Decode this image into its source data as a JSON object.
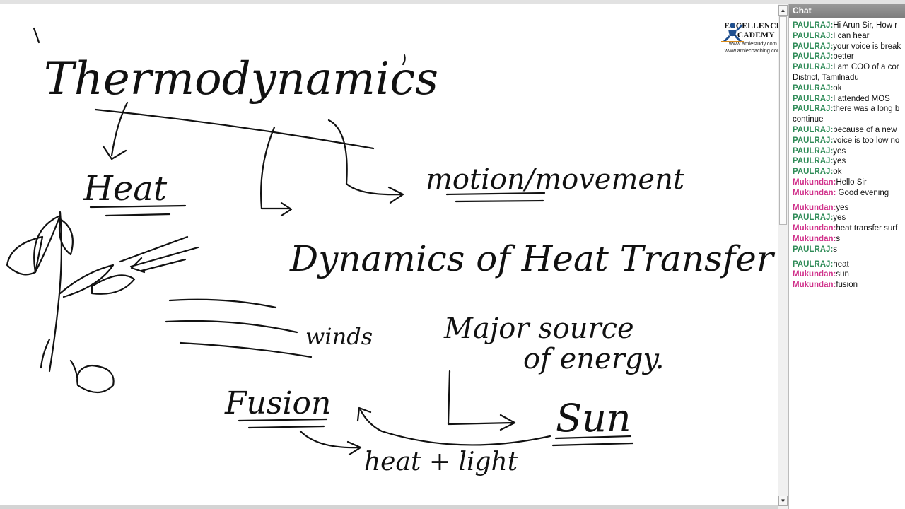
{
  "whiteboard": {
    "title": "Thermodynamics",
    "heat": "Heat",
    "motion": "motion/movement",
    "dynamics": "Dynamics of Heat Transfer",
    "winds": "winds",
    "major_source_1": "Major source",
    "major_source_2": "of energy.",
    "fusion": "Fusion",
    "sun": "Sun",
    "heat_light": "heat + light"
  },
  "logo": {
    "line1": "EXCELLENCE",
    "line2": "ACADEMY",
    "url1": "www.amiestudy.com",
    "url2": "www.amiecoaching.com"
  },
  "scrollbar": {
    "up": "▲",
    "down": "▼"
  },
  "chat": {
    "title": "Chat",
    "colors": {
      "PAULRAJ": "#2e8b57",
      "Mukundan": "#d0308a",
      "header": "#8a8a8a"
    },
    "messages": [
      {
        "user": "PAULRAJ:",
        "text": "Hi Arun Sir, How r"
      },
      {
        "user": "PAULRAJ:",
        "text": "I can hear"
      },
      {
        "user": "PAULRAJ:",
        "text": "your voice is break"
      },
      {
        "user": "PAULRAJ:",
        "text": "better"
      },
      {
        "user": "PAULRAJ:",
        "text": "I am  COO of a cor"
      },
      {
        "user": "",
        "text": "District, Tamilnadu"
      },
      {
        "user": "PAULRAJ:",
        "text": "ok"
      },
      {
        "user": "PAULRAJ:",
        "text": "I attended MOS"
      },
      {
        "user": "PAULRAJ:",
        "text": "there was a long b"
      },
      {
        "user": "",
        "text": "continue"
      },
      {
        "user": "PAULRAJ:",
        "text": "because of a new"
      },
      {
        "user": "PAULRAJ:",
        "text": "voice is too low no"
      },
      {
        "user": "PAULRAJ:",
        "text": "yes"
      },
      {
        "user": "PAULRAJ:",
        "text": "yes"
      },
      {
        "user": "PAULRAJ:",
        "text": "ok"
      },
      {
        "user": "Mukundan:",
        "text": "Hello Sir"
      },
      {
        "user": "Mukundan:",
        "text": " Good evening"
      },
      {
        "user": "Mukundan:",
        "text": "yes",
        "gap": true
      },
      {
        "user": "PAULRAJ:",
        "text": "yes"
      },
      {
        "user": "Mukundan:",
        "text": "heat transfer surf"
      },
      {
        "user": "Mukundan:",
        "text": "s"
      },
      {
        "user": "PAULRAJ:",
        "text": "s"
      },
      {
        "user": "PAULRAJ:",
        "text": "heat",
        "gap": true
      },
      {
        "user": "Mukundan:",
        "text": "sun"
      },
      {
        "user": "Mukundan:",
        "text": "fusion"
      }
    ]
  }
}
